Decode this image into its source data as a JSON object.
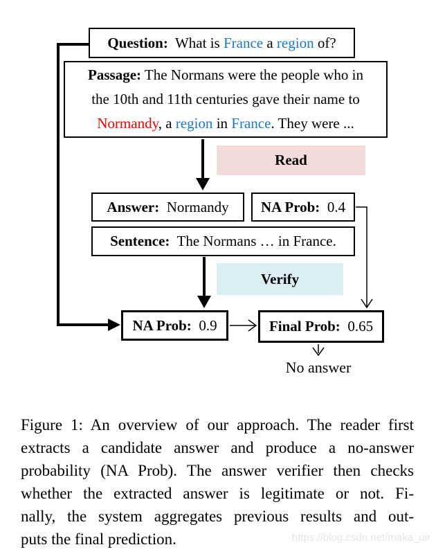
{
  "colors": {
    "blue": "#1a78d2",
    "red": "#fb0000",
    "read_bg": "#f2dcda",
    "verify_bg": "#daeef3",
    "watermark": "#e4e4ea"
  },
  "diagram": {
    "question": {
      "segments": [
        {
          "text": "Question:",
          "style": "bold"
        },
        {
          "text": "  What is ",
          "style": "plain"
        },
        {
          "text": "France",
          "style": "blue"
        },
        {
          "text": " a ",
          "style": "plain"
        },
        {
          "text": "region",
          "style": "blue"
        },
        {
          "text": " of?",
          "style": "plain"
        }
      ]
    },
    "passage": {
      "lines": [
        [
          {
            "text": "Passage:",
            "style": "bold"
          },
          {
            "text": " The Normans were the people who in",
            "style": "plain"
          }
        ],
        [
          {
            "text": "the 10th and 11th centuries gave their name to",
            "style": "plain"
          }
        ],
        [
          {
            "text": "Normandy",
            "style": "red"
          },
          {
            "text": ", a ",
            "style": "plain"
          },
          {
            "text": "region",
            "style": "blue"
          },
          {
            "text": " in ",
            "style": "plain"
          },
          {
            "text": "France",
            "style": "blue"
          },
          {
            "text": ". They were ...",
            "style": "plain"
          }
        ]
      ]
    },
    "read_label": "Read",
    "verify_label": "Verify",
    "answer": {
      "segments": [
        {
          "text": "Answer:",
          "style": "bold"
        },
        {
          "text": "  Normandy",
          "style": "plain"
        }
      ]
    },
    "na_prob_read": {
      "segments": [
        {
          "text": "NA Prob:",
          "style": "bold"
        },
        {
          "text": "  0.4",
          "style": "plain"
        }
      ]
    },
    "sentence": {
      "segments": [
        {
          "text": "Sentence:",
          "style": "bold"
        },
        {
          "text": "  The Normans … in France.",
          "style": "plain"
        }
      ]
    },
    "na_prob_verify": {
      "segments": [
        {
          "text": "NA Prob:",
          "style": "bold"
        },
        {
          "text": "  0.9",
          "style": "plain"
        }
      ]
    },
    "final_prob": {
      "segments": [
        {
          "text": "Final Prob:",
          "style": "bold"
        },
        {
          "text": "  0.65",
          "style": "plain"
        }
      ]
    },
    "no_answer_label": "No answer"
  },
  "caption": {
    "lines": [
      "Figure 1: An overview of our approach. The reader first",
      "extracts a candidate answer and produce a no-answer",
      "probability (NA Prob). The answer verifier then checks",
      "whether the extracted answer is legitimate or not.  Fi-",
      "nally, the system aggregates previous results and out-",
      "puts the final prediction."
    ]
  },
  "watermark": "https://blog.csdn.net/maka_uir"
}
